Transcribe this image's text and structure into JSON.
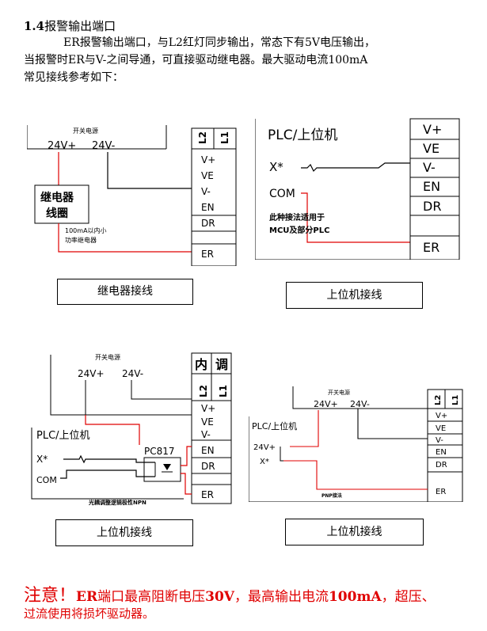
{
  "section": {
    "number": "1.4",
    "title": "报警输出端口"
  },
  "paragraph": {
    "line1": "ER报警输出端口，与L2红灯同步输出，常态下有5V电压输出，",
    "line2": "当报警时ER与V-之间导通，可直接驱动继电器。最大驱动电流100mA",
    "line3": "常见接线参考如下："
  },
  "diagram1": {
    "psu_label": "开关电源",
    "v24p": "24V+",
    "v24n": "24V-",
    "relay_line1": "继电器",
    "relay_line2": "线圈",
    "note_line1": "100mA以内小",
    "note_line2": "功率继电器",
    "header": [
      "L2",
      "L1"
    ],
    "terminals": [
      "V+",
      "VE",
      "V-",
      "EN",
      "DR",
      "ER"
    ],
    "caption": "继电器接线"
  },
  "diagram2": {
    "plc_label": "PLC/上位机",
    "x_label": "X*",
    "com_label": "COM",
    "note_line1": "此种接法适用于",
    "note_line2": "MCU及部分PLC",
    "terminals": [
      "V+",
      "VE",
      "V-",
      "EN",
      "DR",
      "ER"
    ],
    "caption": "上位机接线"
  },
  "diagram3": {
    "psu_label": "开关电源",
    "v24p": "24V+",
    "v24n": "24V-",
    "header_char1": "内",
    "header_char2": "调",
    "header": [
      "L2",
      "L1"
    ],
    "plc_label": "PLC/上位机",
    "x_label": "X*",
    "com_label": "COM",
    "opto_label": "PC817",
    "note": "光耦调整逻辑极性NPN",
    "terminals": [
      "V+",
      "VE",
      "V-",
      "EN",
      "DR",
      "ER"
    ],
    "caption": "上位机接线"
  },
  "diagram4": {
    "psu_label": "开关电源",
    "v24p": "24V+",
    "v24n": "24V-",
    "header": [
      "L2",
      "L1"
    ],
    "plc_label": "PLC/上位机",
    "plc_24v": "24V+",
    "x_label": "X*",
    "note": "PNP接法",
    "terminals": [
      "V+",
      "VE",
      "V-",
      "EN",
      "DR",
      "ER"
    ],
    "caption": "上位机接线"
  },
  "warning": {
    "prefix": "注意！",
    "line1_a": "ER",
    "line1_b": "端口最高阻断电压",
    "line1_c": "30V",
    "line1_d": "，最高输出电流",
    "line1_e": "100mA",
    "line1_f": "，超压、",
    "line2": "过流使用将损坏驱动器。"
  },
  "colors": {
    "wire_red": "#e00000",
    "wire_black": "#000000",
    "warning": "#e00000"
  }
}
